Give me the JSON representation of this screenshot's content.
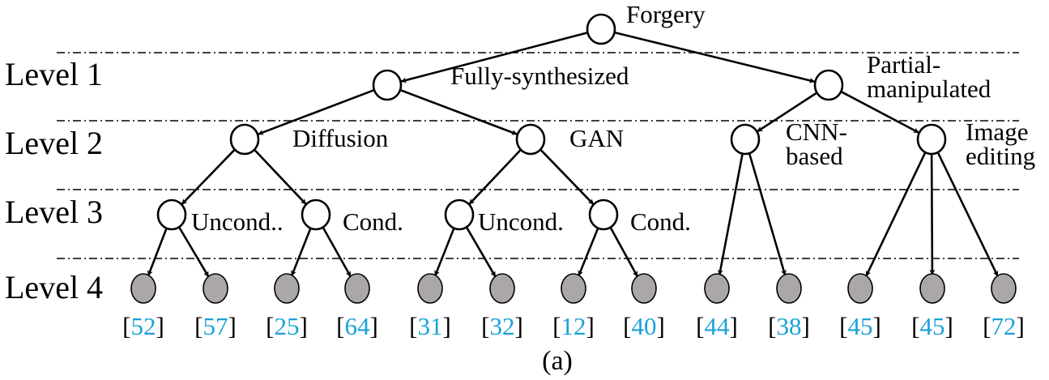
{
  "title": "Forgery taxonomy tree",
  "caption": "(a)",
  "colors": {
    "edge": "#000000",
    "internal_node_fill": "#ffffff",
    "leaf_node_fill": "#aaa7a6",
    "reference_color": "#1ba1d8",
    "bracket_color": "#000000"
  },
  "levels": [
    {
      "id": "level1",
      "label": "Level 1"
    },
    {
      "id": "level2",
      "label": "Level 2"
    },
    {
      "id": "level3",
      "label": "Level 3"
    },
    {
      "id": "level4",
      "label": "Level 4"
    }
  ],
  "nodes": [
    {
      "id": "root",
      "label": [
        "Forgery"
      ],
      "level": 0,
      "parent": null
    },
    {
      "id": "fully",
      "label": [
        "Fully-synthesized"
      ],
      "level": 1,
      "parent": "root"
    },
    {
      "id": "partial",
      "label": [
        "Partial-",
        "manipulated"
      ],
      "level": 1,
      "parent": "root"
    },
    {
      "id": "diffusion",
      "label": [
        "Diffusion"
      ],
      "level": 2,
      "parent": "fully"
    },
    {
      "id": "gan",
      "label": [
        "GAN"
      ],
      "level": 2,
      "parent": "fully"
    },
    {
      "id": "cnn",
      "label": [
        "CNN-",
        "based"
      ],
      "level": 2,
      "parent": "partial"
    },
    {
      "id": "image",
      "label": [
        "Image",
        "editing"
      ],
      "level": 2,
      "parent": "partial"
    },
    {
      "id": "diff_uncond",
      "label": [
        "Uncond.."
      ],
      "level": 3,
      "parent": "diffusion"
    },
    {
      "id": "diff_cond",
      "label": [
        "Cond."
      ],
      "level": 3,
      "parent": "diffusion"
    },
    {
      "id": "gan_uncond",
      "label": [
        "Uncond."
      ],
      "level": 3,
      "parent": "gan"
    },
    {
      "id": "gan_cond",
      "label": [
        "Cond."
      ],
      "level": 3,
      "parent": "gan"
    }
  ],
  "leaves": [
    {
      "ref": "52",
      "parent": "diff_uncond"
    },
    {
      "ref": "57",
      "parent": "diff_uncond"
    },
    {
      "ref": "25",
      "parent": "diff_cond"
    },
    {
      "ref": "64",
      "parent": "diff_cond"
    },
    {
      "ref": "31",
      "parent": "gan_uncond"
    },
    {
      "ref": "32",
      "parent": "gan_uncond"
    },
    {
      "ref": "12",
      "parent": "gan_cond"
    },
    {
      "ref": "40",
      "parent": "gan_cond"
    },
    {
      "ref": "44",
      "parent": "cnn"
    },
    {
      "ref": "38",
      "parent": "cnn"
    },
    {
      "ref": "45",
      "parent": "image"
    },
    {
      "ref": "45",
      "parent": "image"
    },
    {
      "ref": "72",
      "parent": "image"
    }
  ]
}
